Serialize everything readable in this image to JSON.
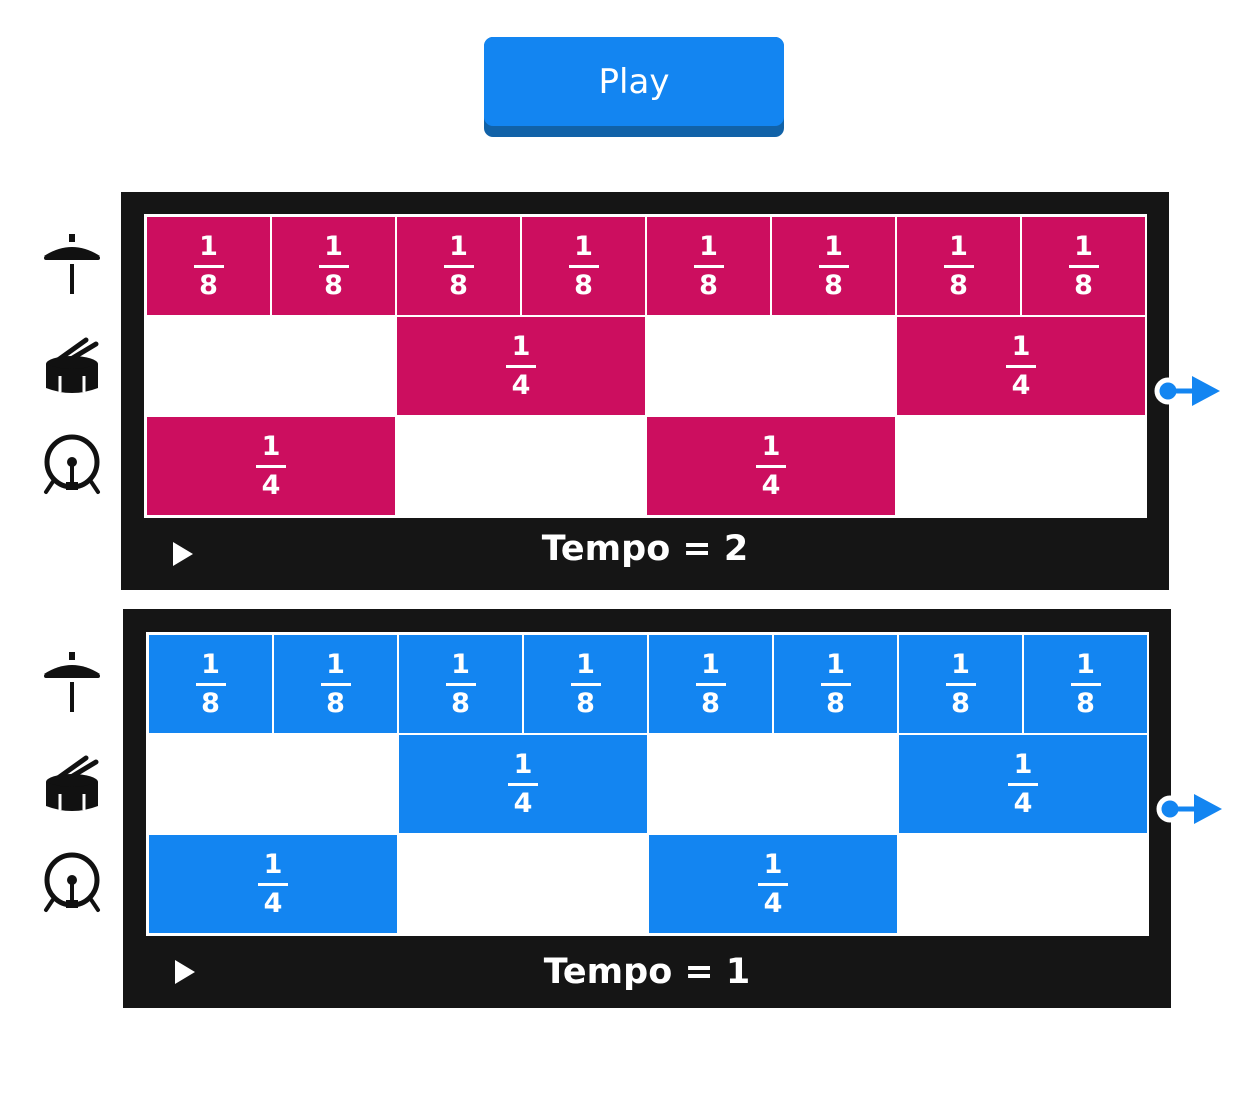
{
  "play_button": {
    "label": "Play"
  },
  "instruments": [
    {
      "name": "hi-hat",
      "icon": "cymbal-icon"
    },
    {
      "name": "snare",
      "icon": "snare-drum-icon"
    },
    {
      "name": "bass",
      "icon": "bass-drum-icon"
    }
  ],
  "sequencers": [
    {
      "color": "#cc0e5f",
      "tempo_label": "Tempo = 2",
      "rows": [
        [
          {
            "start": 0,
            "span": 1,
            "num": "1",
            "den": "8"
          },
          {
            "start": 1,
            "span": 1,
            "num": "1",
            "den": "8"
          },
          {
            "start": 2,
            "span": 1,
            "num": "1",
            "den": "8"
          },
          {
            "start": 3,
            "span": 1,
            "num": "1",
            "den": "8"
          },
          {
            "start": 4,
            "span": 1,
            "num": "1",
            "den": "8"
          },
          {
            "start": 5,
            "span": 1,
            "num": "1",
            "den": "8"
          },
          {
            "start": 6,
            "span": 1,
            "num": "1",
            "den": "8"
          },
          {
            "start": 7,
            "span": 1,
            "num": "1",
            "den": "8"
          }
        ],
        [
          {
            "start": 2,
            "span": 2,
            "num": "1",
            "den": "4"
          },
          {
            "start": 6,
            "span": 2,
            "num": "1",
            "den": "4"
          }
        ],
        [
          {
            "start": 0,
            "span": 2,
            "num": "1",
            "den": "4"
          },
          {
            "start": 4,
            "span": 2,
            "num": "1",
            "den": "4"
          }
        ]
      ]
    },
    {
      "color": "#1385f1",
      "tempo_label": "Tempo = 1",
      "rows": [
        [
          {
            "start": 0,
            "span": 1,
            "num": "1",
            "den": "8"
          },
          {
            "start": 1,
            "span": 1,
            "num": "1",
            "den": "8"
          },
          {
            "start": 2,
            "span": 1,
            "num": "1",
            "den": "8"
          },
          {
            "start": 3,
            "span": 1,
            "num": "1",
            "den": "8"
          },
          {
            "start": 4,
            "span": 1,
            "num": "1",
            "den": "8"
          },
          {
            "start": 5,
            "span": 1,
            "num": "1",
            "den": "8"
          },
          {
            "start": 6,
            "span": 1,
            "num": "1",
            "den": "8"
          },
          {
            "start": 7,
            "span": 1,
            "num": "1",
            "den": "8"
          }
        ],
        [
          {
            "start": 2,
            "span": 2,
            "num": "1",
            "den": "4"
          },
          {
            "start": 6,
            "span": 2,
            "num": "1",
            "den": "4"
          }
        ],
        [
          {
            "start": 0,
            "span": 2,
            "num": "1",
            "den": "4"
          },
          {
            "start": 4,
            "span": 2,
            "num": "1",
            "den": "4"
          }
        ]
      ]
    }
  ]
}
